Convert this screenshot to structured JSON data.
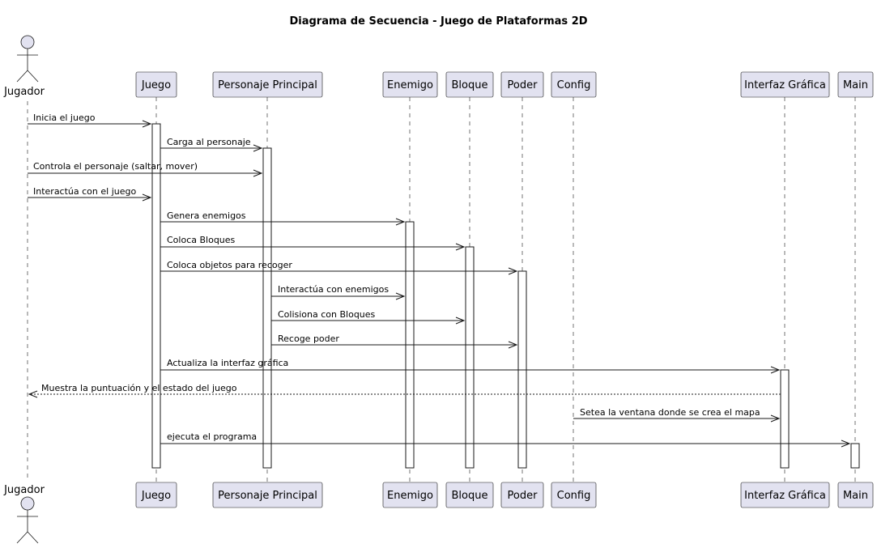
{
  "title": "Diagrama de Secuencia - Juego de Plataformas 2D",
  "actor": {
    "label": "Jugador"
  },
  "participants": [
    {
      "id": "juego",
      "label": "Juego"
    },
    {
      "id": "personaje",
      "label": "Personaje Principal"
    },
    {
      "id": "enemigo",
      "label": "Enemigo"
    },
    {
      "id": "bloque",
      "label": "Bloque"
    },
    {
      "id": "poder",
      "label": "Poder"
    },
    {
      "id": "config",
      "label": "Config"
    },
    {
      "id": "interfaz",
      "label": "Interfaz Gráfica"
    },
    {
      "id": "main",
      "label": "Main"
    }
  ],
  "messages": [
    {
      "from": "jugador",
      "to": "juego",
      "label": "Inicia el juego",
      "style": "solid"
    },
    {
      "from": "juego",
      "to": "personaje",
      "label": "Carga al personaje",
      "style": "solid"
    },
    {
      "from": "jugador",
      "to": "personaje",
      "label": "Controla el personaje (saltar, mover)",
      "style": "solid"
    },
    {
      "from": "jugador",
      "to": "juego",
      "label": "Interactúa con el juego",
      "style": "solid"
    },
    {
      "from": "juego",
      "to": "enemigo",
      "label": "Genera enemigos",
      "style": "solid"
    },
    {
      "from": "juego",
      "to": "bloque",
      "label": "Coloca Bloques",
      "style": "solid"
    },
    {
      "from": "juego",
      "to": "poder",
      "label": "Coloca objetos para recoger",
      "style": "solid"
    },
    {
      "from": "personaje",
      "to": "enemigo",
      "label": "Interactúa con enemigos",
      "style": "solid"
    },
    {
      "from": "personaje",
      "to": "bloque",
      "label": "Colisiona con Bloques",
      "style": "solid"
    },
    {
      "from": "personaje",
      "to": "poder",
      "label": "Recoge poder",
      "style": "solid"
    },
    {
      "from": "juego",
      "to": "interfaz",
      "label": "Actualiza la interfaz gráfica",
      "style": "solid"
    },
    {
      "from": "interfaz",
      "to": "jugador",
      "label": "Muestra la puntuación y el estado del juego",
      "style": "dashed"
    },
    {
      "from": "config",
      "to": "interfaz",
      "label": "Setea la ventana donde se crea el mapa",
      "style": "solid"
    },
    {
      "from": "juego",
      "to": "main",
      "label": "ejecuta el programa",
      "style": "solid"
    }
  ],
  "colors": {
    "participant_fill": "#E2E2F0",
    "stroke": "#181818",
    "background": "#FFFFFF"
  }
}
